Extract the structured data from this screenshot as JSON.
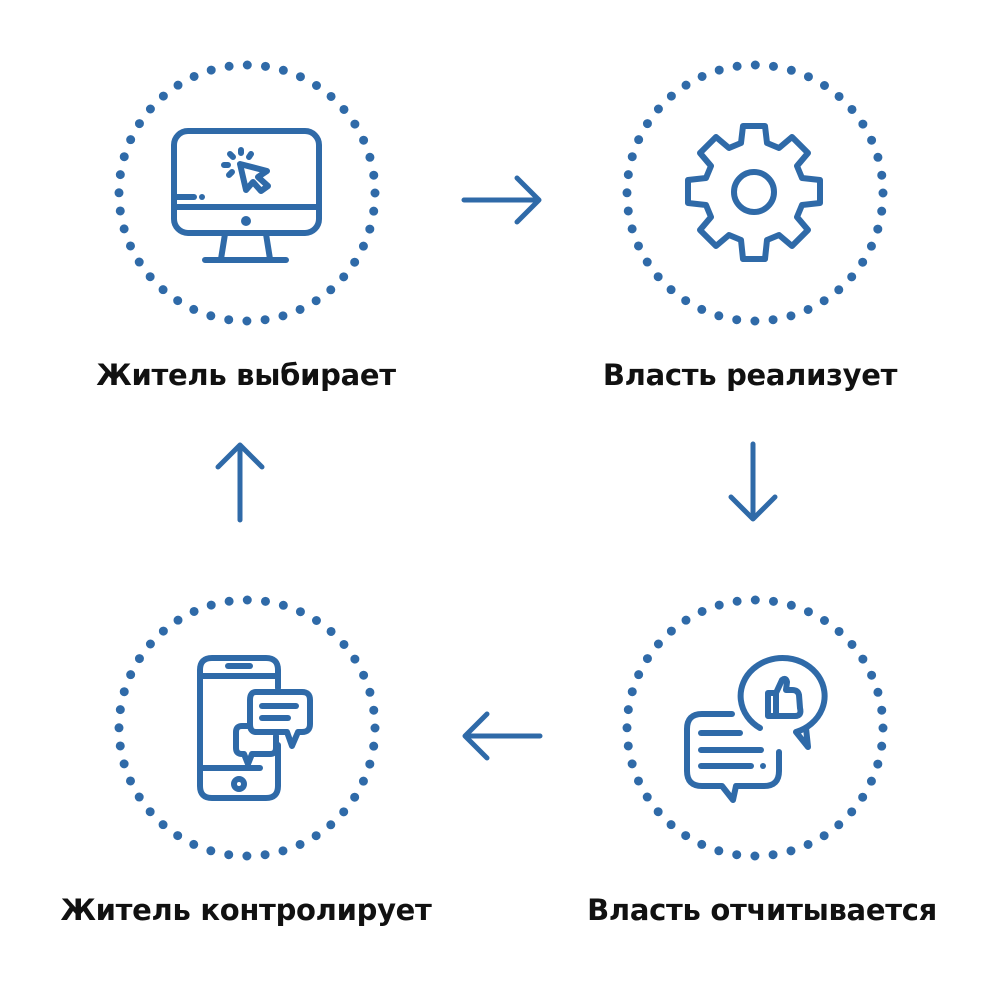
{
  "accent_color": "#2f6aa8",
  "steps": [
    {
      "label": "Житель выбирает",
      "icon": "monitor-cursor-icon"
    },
    {
      "label": "Власть реализует",
      "icon": "gear-icon"
    },
    {
      "label": "Власть отчитывается",
      "icon": "chat-thumbs-up-icon"
    },
    {
      "label": "Житель контролирует",
      "icon": "smartphone-chat-icon"
    }
  ]
}
